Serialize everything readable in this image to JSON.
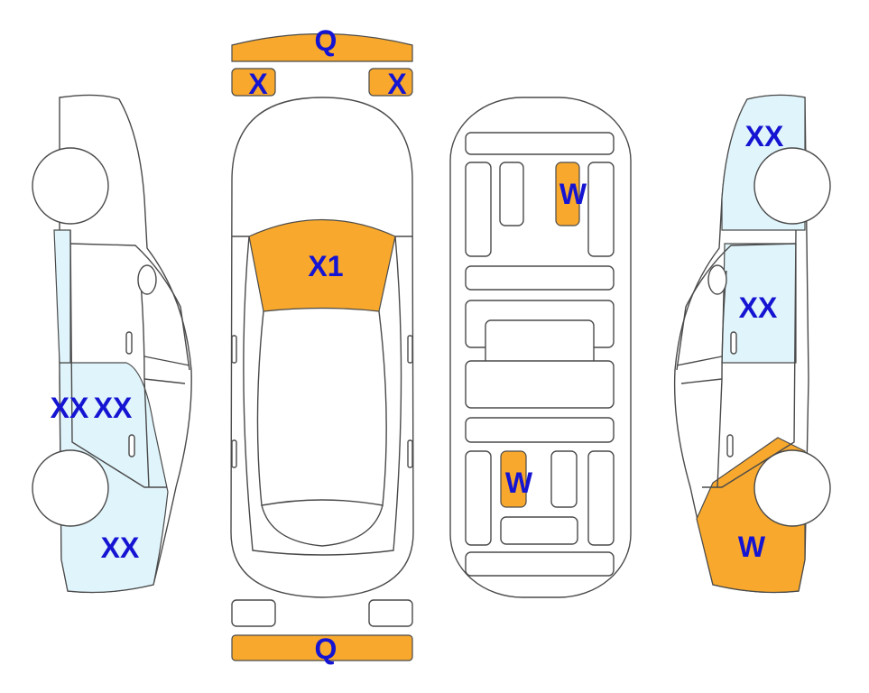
{
  "colors": {
    "damage_orange": "#F8A92D",
    "damage_blue": "#E0F4FB",
    "label": "#1414D2",
    "outline": "#4A4A4A"
  },
  "labels": {
    "front_bumper": "Q",
    "rear_bumper": "Q",
    "headlight_left": "X",
    "headlight_right": "X",
    "windshield": "X1",
    "floor_front": "W",
    "floor_rear": "W",
    "left_front_fender": "XX",
    "left_door_a": "XX",
    "left_door_b": "XX",
    "right_rear_quarter": "XX",
    "right_door": "XX",
    "right_front_fender": "W"
  }
}
